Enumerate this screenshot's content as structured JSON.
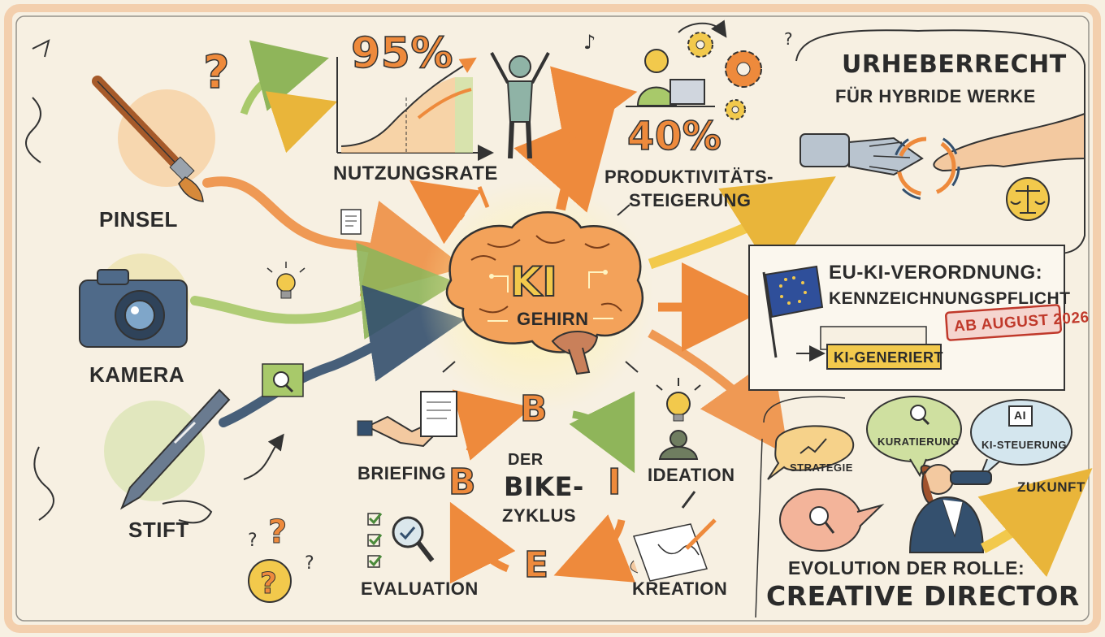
{
  "tools": {
    "pinsel": "PINSEL",
    "kamera": "KAMERA",
    "stift": "STIFT"
  },
  "brain": {
    "ki": "KI",
    "gehirn": "GEHIRN"
  },
  "stats": {
    "usage_value": "95%",
    "usage_label": "NUTZUNGSRATE",
    "productivity_value": "40%",
    "productivity_label_1": "PRODUKTIVITÄTS-",
    "productivity_label_2": "STEIGERUNG"
  },
  "copyright": {
    "line1": "URHEBERRECHT",
    "line2": "FÜR HYBRIDE WERKE"
  },
  "eu": {
    "line1": "EU-KI-VERORDNUNG:",
    "line2": "KENNZEICHNUNGSPFLICHT",
    "stamp": "AB AUGUST 2026",
    "tag": "KI-GENERIERT"
  },
  "bike": {
    "title_1": "DER",
    "title_2": "BIKE-",
    "title_3": "ZYKLUS",
    "letter_b1": "B",
    "letter_i": "I",
    "letter_k": "E",
    "letter_e": "B",
    "briefing": "BRIEFING",
    "ideation": "IDEATION",
    "kreation": "KREATION",
    "evaluation": "EVALUATION"
  },
  "role": {
    "strategie": "STRATEGIE",
    "kuratierung": "KURATIERUNG",
    "ki_steuerung": "KI-STEUERUNG",
    "chip": "AI",
    "zukunft": "ZUKUNFT",
    "line1": "EVOLUTION DER ROLLE:",
    "line2": "CREATIVE DIRECTOR"
  },
  "colors": {
    "orange": "#ee8a3c",
    "yellow": "#f2c94c",
    "green": "#a8c96a",
    "navy": "#34506e",
    "red": "#c0392b",
    "paper": "#f7f0e2"
  }
}
